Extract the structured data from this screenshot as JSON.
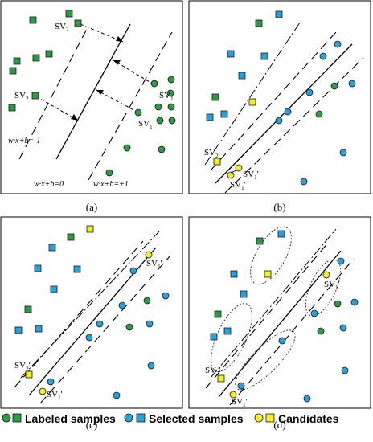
{
  "colors": {
    "labeled": "#2e9a48",
    "selected": "#2aa1d8",
    "candidate": "#f4ee2a",
    "stroke": "#1a1a1a"
  },
  "panels": {
    "a": {
      "caption": "(a)",
      "sv2_top": "SV",
      "sv2_top_sub": "2",
      "sv2_left": "SV",
      "sv2_left_sub": "2",
      "sv1_right": "SV",
      "sv1_right_sub": "1",
      "sv1_bottom": "SV",
      "sv1_bottom_sub": "1",
      "eq_neg": "w·x+b=-1",
      "eq_zero": "w·x+b=0",
      "eq_pos": "w·x+b=+1"
    },
    "b": {
      "caption": "(b)",
      "sv2": "SV",
      "sv2_sub": "2",
      "sv1a": "SV",
      "sv1a_sub": "1",
      "sv1b": "SV",
      "sv1b_sub": "1",
      "prime": "'"
    },
    "c": {
      "caption": "(c)",
      "sv1_top": "SV",
      "sv1_top_sub": "1",
      "sv2": "SV",
      "sv2_sub": "2",
      "sv1_bottom": "SV",
      "sv1_bottom_sub": "1",
      "prime": "'"
    },
    "d": {
      "caption": "(d)",
      "sv1_right": "SV",
      "sv1_right_sub": "1",
      "sv2": "SV",
      "sv2_sub": "2",
      "sv1_bottom": "SV",
      "sv1_bottom_sub": "1",
      "prime": "'"
    }
  },
  "legend": {
    "labeled": "Labeled samples",
    "selected": "Selected samples",
    "candidates": "Candidates"
  }
}
